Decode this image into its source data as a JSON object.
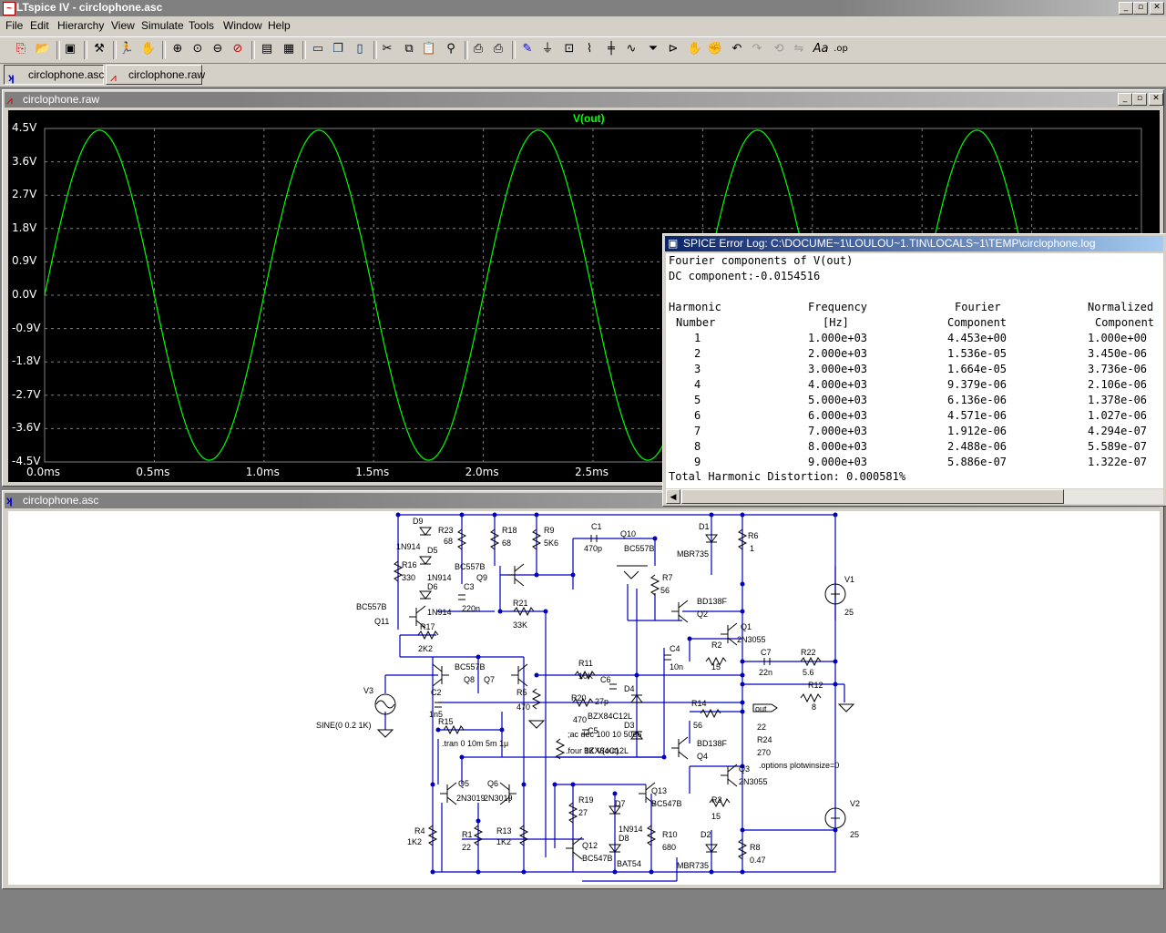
{
  "app": {
    "title": "LTspice IV - circlophone.asc",
    "menus": [
      "File",
      "Edit",
      "Hierarchy",
      "View",
      "Simulate",
      "Tools",
      "Window",
      "Help"
    ],
    "tabs": [
      "circlophone.asc",
      "circlophone.raw"
    ]
  },
  "plot_window": {
    "title": "circlophone.raw",
    "trace_label": "V(out)",
    "trace_color": "#00ff00",
    "y_ticks": [
      "4.5V",
      "3.6V",
      "2.7V",
      "1.8V",
      "0.9V",
      "0.0V",
      "-0.9V",
      "-1.8V",
      "-2.7V",
      "-3.6V",
      "-4.5V"
    ],
    "x_ticks": [
      "0.0ms",
      "0.5ms",
      "1.0ms",
      "1.5ms",
      "2.0ms",
      "2.5ms"
    ],
    "chart_data": {
      "type": "line",
      "series": [
        {
          "name": "V(out)",
          "amplitude": 4.453,
          "frequency_hz": 1000,
          "phase": "sine"
        }
      ],
      "xlim": [
        0,
        5.0
      ],
      "ylim": [
        -4.5,
        4.5
      ]
    }
  },
  "schematic_window": {
    "title": "circlophone.asc",
    "labels": [
      "D9",
      "R23",
      "R18",
      "R9",
      "C1",
      "Q10",
      "BC557B",
      "D1",
      "R6",
      "1N914",
      "D5",
      "68",
      "68",
      "5K6",
      "470p",
      "MBR735",
      "1",
      "R16",
      "330",
      "1N914",
      "D6",
      "BC557B",
      "Q9",
      "C3",
      "R7",
      "56",
      "V1",
      "1N914",
      "220n",
      "R21",
      "BD138F",
      "Q2",
      "25",
      "BC557B",
      "Q11",
      "33K",
      "R17",
      "2K2",
      "Q1",
      "2N3055",
      "BC557B",
      "C4",
      "R2",
      "C7",
      "R22",
      "Q8",
      "Q7",
      "10n",
      "15",
      "22n",
      "5.6",
      "V3",
      "R11",
      "C6",
      "D4",
      "10K",
      "27p",
      "R12",
      "C2",
      "R5",
      "R20",
      "8",
      "1n5",
      "470",
      "470",
      "BZX84C12L",
      "R14",
      "56",
      "out",
      "SINE(0 0.2 1K)",
      "R15",
      "D3",
      "C5",
      ".tran 0 10m 5m 1μ",
      ";ac dec 100 10 50e6",
      "22",
      "R24",
      ".four 1K V(out)",
      "270",
      "BZX84C12L",
      "BD138F",
      ".options plotwinsize=0",
      "Q4",
      "Q5",
      "Q6",
      "2N3019",
      "2N3019",
      "Q3",
      "2N3055",
      "R19",
      "D7",
      "Q13",
      "BC547B",
      "27",
      "1N914",
      "R3",
      "V2",
      "R4",
      "R13",
      "D8",
      "R10",
      "15",
      "1K2",
      "R1",
      "1K2",
      "22",
      "Q12",
      "BC547B",
      "BAT54",
      "680",
      "D2",
      "MBR735",
      "R8",
      "0.47",
      "25"
    ]
  },
  "error_log": {
    "title": "SPICE Error Log: C:\\DOCUME~1\\LOULOU~1.TIN\\LOCALS~1\\TEMP\\circlophone.log",
    "line1": "Fourier components of V(out)",
    "line2": "DC component:-0.0154516",
    "headers_row1": [
      "Harmonic",
      "Frequency",
      "Fourier",
      "Normalized"
    ],
    "headers_row2": [
      "Number",
      "[Hz]",
      "Component",
      "Component"
    ],
    "rows": [
      [
        "1",
        "1.000e+03",
        "4.453e+00",
        "1.000e+00"
      ],
      [
        "2",
        "2.000e+03",
        "1.536e-05",
        "3.450e-06"
      ],
      [
        "3",
        "3.000e+03",
        "1.664e-05",
        "3.736e-06"
      ],
      [
        "4",
        "4.000e+03",
        "9.379e-06",
        "2.106e-06"
      ],
      [
        "5",
        "5.000e+03",
        "6.136e-06",
        "1.378e-06"
      ],
      [
        "6",
        "6.000e+03",
        "4.571e-06",
        "1.027e-06"
      ],
      [
        "7",
        "7.000e+03",
        "1.912e-06",
        "4.294e-07"
      ],
      [
        "8",
        "8.000e+03",
        "2.488e-06",
        "5.589e-07"
      ],
      [
        "9",
        "9.000e+03",
        "5.886e-07",
        "1.322e-07"
      ]
    ],
    "thd": "Total Harmonic Distortion: 0.000581%"
  }
}
